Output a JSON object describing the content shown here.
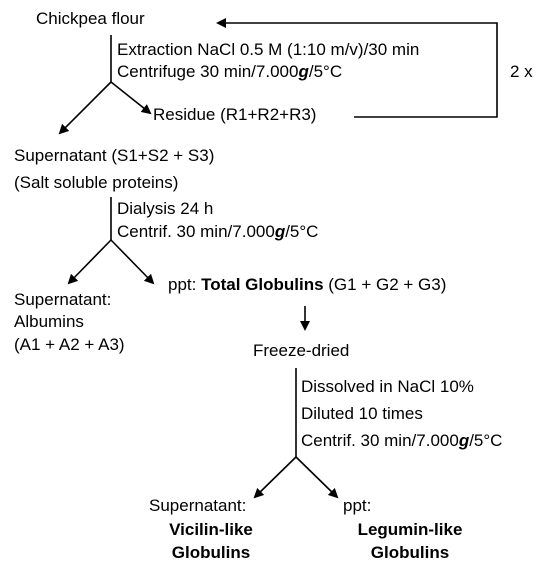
{
  "start": {
    "label": "Chickpea flour"
  },
  "step1": {
    "line1_prefix": "Extraction NaCl 0.5 M (1:10 m/v)/30 min",
    "line2_prefix": "Centrifuge 30 min/7.000",
    "line2_g": "g",
    "line2_suffix": "/5°C"
  },
  "residue": {
    "label": "Residue (R1+R2+R3)"
  },
  "loop": {
    "label": "2 x"
  },
  "supernatant1": {
    "line1": "Supernatant (S1+S2 + S3)",
    "line2": "(Salt soluble proteins)"
  },
  "step2": {
    "line1": "Dialysis 24 h",
    "line2_prefix": "Centrif. 30 min/7.000",
    "line2_g": "g",
    "line2_suffix": "/5°C"
  },
  "albumins": {
    "line1": "Supernatant:",
    "line2": "Albumins",
    "line3": "(A1 + A2 + A3)"
  },
  "globulins": {
    "prefix": "ppt: ",
    "bold": "Total Globulins",
    "suffix": " (G1 + G2 + G3)"
  },
  "freeze": {
    "label": "Freeze-dried"
  },
  "step3": {
    "line1": "Dissolved in NaCl 10%",
    "line2": "Diluted 10 times",
    "line3_prefix": "Centrif. 30 min/7.000",
    "line3_g": "g",
    "line3_suffix": "/5°C"
  },
  "vicilin": {
    "label": "Supernatant:",
    "bold1": "Vicilin-like",
    "bold2": "Globulins"
  },
  "legumin": {
    "label": "ppt:",
    "bold1": "Legumin-like",
    "bold2": "Globulins"
  }
}
